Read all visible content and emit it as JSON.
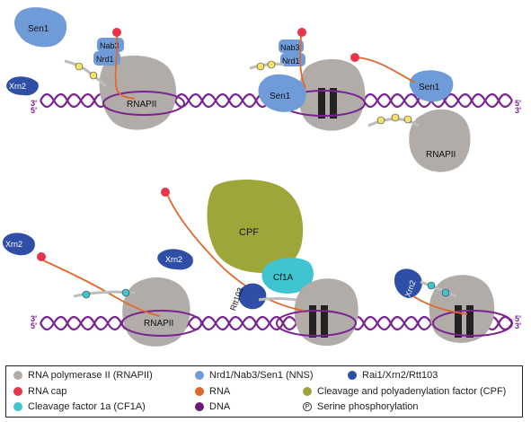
{
  "labels": {
    "sen1": "Sen1",
    "nab3": "Nab3",
    "nrd1": "Nrd1",
    "xrn2": "Xrn2",
    "rnapii": "RNAPII",
    "cpf": "CPF",
    "cf1a": "Cf1A",
    "rtt103": "Rtt103",
    "end3": "3'",
    "end5": "5'",
    "p": "P"
  },
  "legend": [
    {
      "label": "RNA polymerase II (RNAPII)",
      "color": "#b1aca8"
    },
    {
      "label": "Nrd1/Nab3/Sen1 (NNS)",
      "color": "#6f9bd8"
    },
    {
      "label": "Rai1/Xrn2/Rtt103",
      "color": "#2f4fa6"
    },
    {
      "label": "RNA cap",
      "color": "#e8334a"
    },
    {
      "label": "RNA",
      "color": "#e0682a"
    },
    {
      "label": "Cleavage and polyadenylation factor (CPF)",
      "color": "#9ea63a"
    },
    {
      "label": "Cleavage factor 1a (CF1A)",
      "color": "#40c4d0"
    },
    {
      "label": "DNA",
      "color": "#6a1a7a"
    },
    {
      "label": "Serine phosphorylation",
      "color": "none"
    }
  ],
  "colors": {
    "dna": "#7a2290",
    "rnapii": "#b1aca8",
    "nns": "#6f9bd8",
    "xrn": "#2f4fa6",
    "cap": "#e8334a",
    "rna": "#e0682a",
    "cpf": "#9ea63a",
    "cf1a": "#40c4d0"
  }
}
